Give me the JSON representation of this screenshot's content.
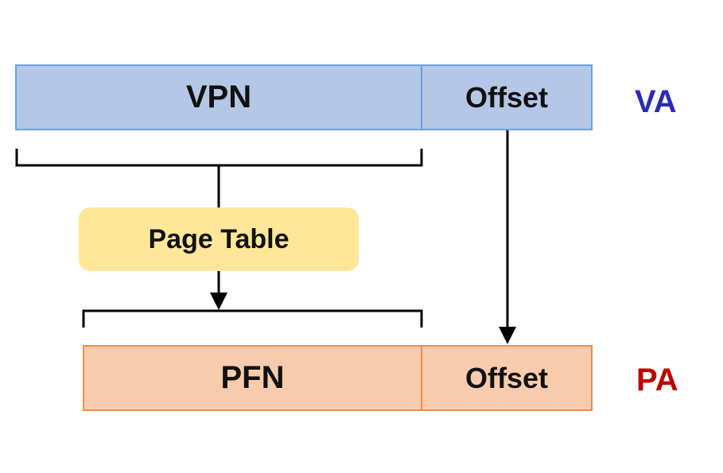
{
  "virtual_address": {
    "vpn_label": "VPN",
    "offset_label": "Offset",
    "side_label": "VA"
  },
  "translation": {
    "page_table_label": "Page Table"
  },
  "physical_address": {
    "pfn_label": "PFN",
    "offset_label": "Offset",
    "side_label": "PA"
  },
  "colors": {
    "va_fill": "#b4c7e7",
    "va_border": "#6fa0dc",
    "va_label": "#2b2bb8",
    "pa_fill": "#f8cbad",
    "pa_border": "#ed8c4d",
    "pa_label": "#c00000",
    "page_table_fill": "#ffe699"
  }
}
